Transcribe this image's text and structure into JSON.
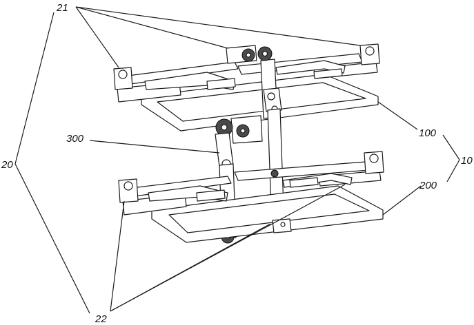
{
  "labels": {
    "l21": "21",
    "l20": "20",
    "l22": "22",
    "l300": "300",
    "l100": "100",
    "l10": "10",
    "l200": "200"
  }
}
